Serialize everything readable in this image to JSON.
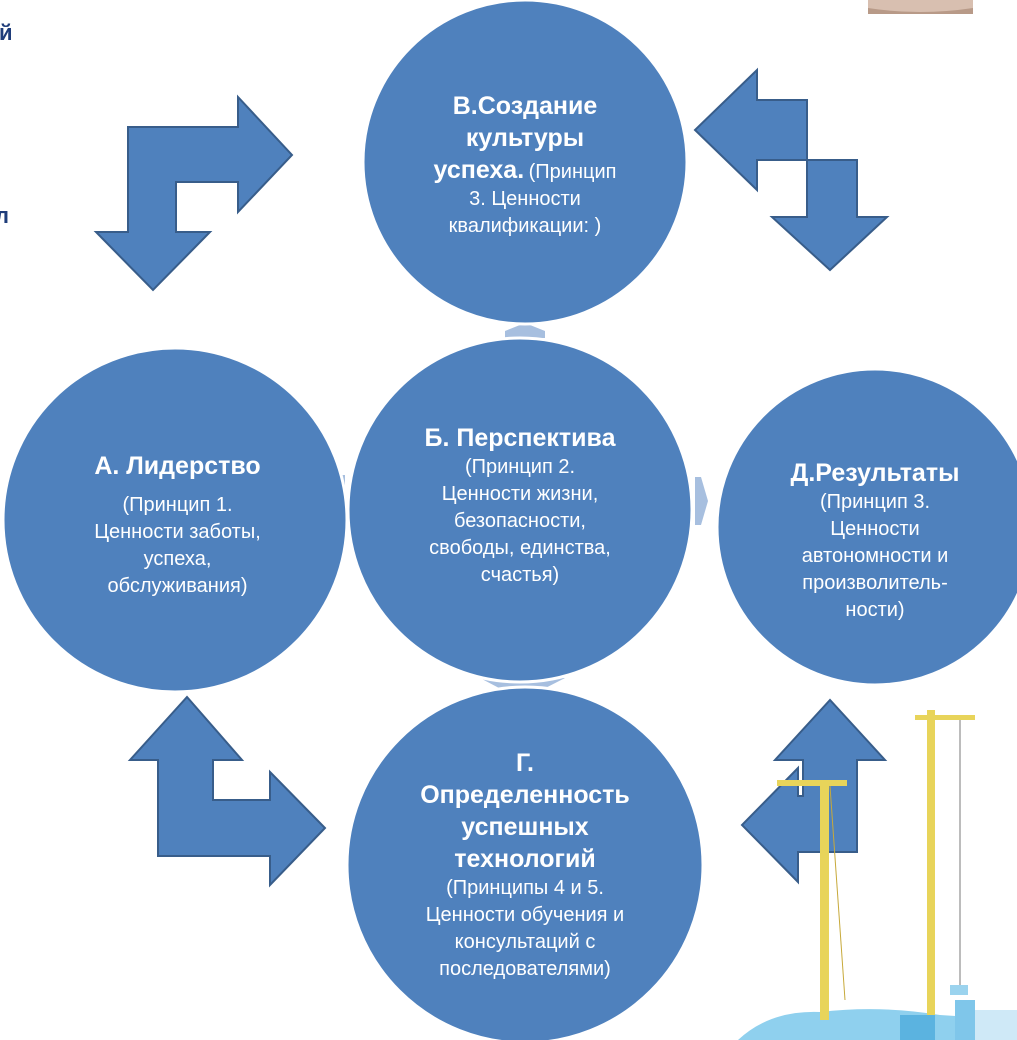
{
  "nodes": {
    "v": {
      "title": "В.Создание культуры успеха.",
      "title_parts": [
        "В.Создание",
        "культуры",
        "успеха."
      ],
      "body": "(Принцип 3. Ценности квалификации: )",
      "body_parts": [
        "(Принцип",
        "3. Ценности",
        "квалификации: )"
      ]
    },
    "a": {
      "title": "А. Лидерство",
      "body": "(Принцип 1. Ценности заботы, успеха, обслуживания)",
      "body_parts": [
        "(Принцип 1.",
        "Ценности заботы,",
        "успеха,",
        "обслуживания)"
      ]
    },
    "b": {
      "title": "Б. Перспектива",
      "body": "(Принцип 2. Ценности жизни, безопасности, свободы, единства, счастья)",
      "body_parts": [
        "(Принцип 2.",
        "Ценности жизни,",
        "безопасности,",
        "свободы, единства,",
        "счастья)"
      ]
    },
    "d": {
      "title": "Д.Результаты",
      "body": "(Принцип 3. Ценности автономности и произволитель-ности)",
      "body_parts": [
        "(Принцип 3.",
        "Ценности",
        "автономности и",
        "произволитель-",
        "ности)"
      ]
    },
    "g": {
      "title": "Г. Определенность успешных технологий",
      "title_parts": [
        "Г.",
        "Определенность",
        "успешных",
        "технологий"
      ],
      "body": "(Принципы 4 и 5. Ценности обучения и консультаций с последователями)",
      "body_parts": [
        "(Принципы 4 и 5.",
        "Ценности обучения и",
        "консультаций с",
        "последователями)"
      ]
    }
  },
  "edge_fragments": [
    "й",
    "л"
  ],
  "colors": {
    "circle_fill": "#4f81bd",
    "circle_stroke": "#ffffff",
    "arrow_fill": "#4f81bd",
    "arrow_stroke": "#385d8a",
    "connector_fill": "#a7bfdf",
    "text": "#ffffff",
    "edge_text": "#1f3d7a"
  },
  "decorations": [
    "photo-corner",
    "construction-cranes-illustration"
  ]
}
